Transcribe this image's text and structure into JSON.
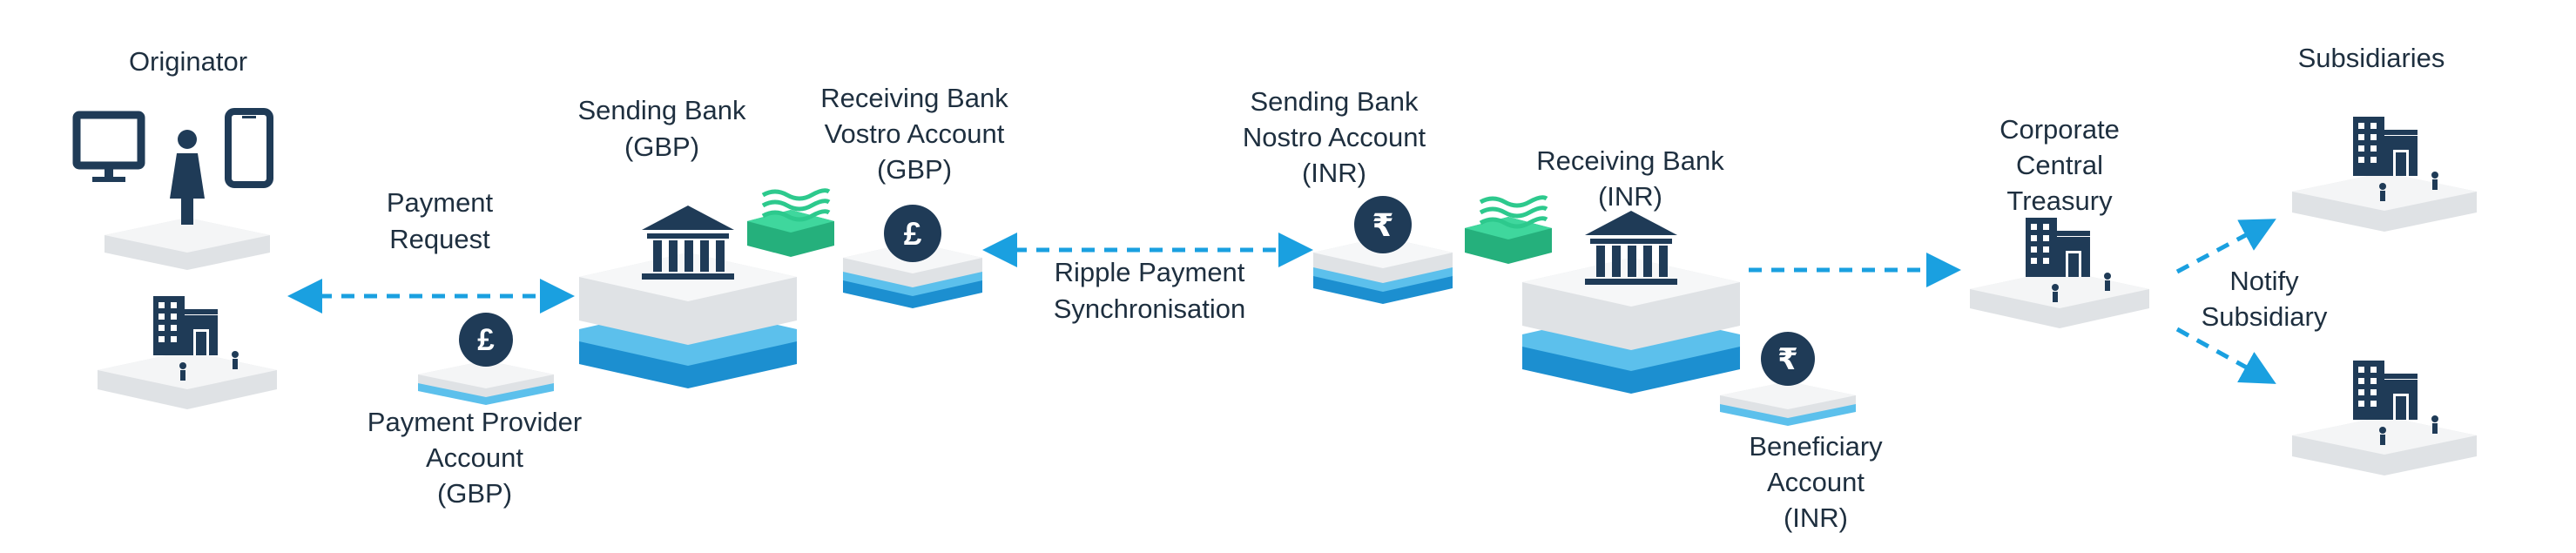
{
  "labels": {
    "originator": "Originator",
    "payment_request_1": "Payment",
    "payment_request_2": "Request",
    "payment_provider_1": "Payment Provider",
    "payment_provider_2": "Account",
    "payment_provider_3": "(GBP)",
    "sending_bank_1": "Sending  Bank",
    "sending_bank_2": "(GBP)",
    "vostro_1": "Receiving Bank",
    "vostro_2": "Vostro Account",
    "vostro_3": "(GBP)",
    "ripple_1": "Ripple Payment",
    "ripple_2": "Synchronisation",
    "nostro_1": "Sending Bank",
    "nostro_2": "Nostro Account",
    "nostro_3": "(INR)",
    "receiving_bank_1": "Receiving  Bank",
    "receiving_bank_2": "(INR)",
    "beneficiary_1": "Beneficiary",
    "beneficiary_2": "Account",
    "beneficiary_3": "(INR)",
    "treasury_1": "Corporate",
    "treasury_2": "Central",
    "treasury_3": "Treasury",
    "subsidiaries": "Subsidiaries",
    "notify_1": "Notify",
    "notify_2": "Subsidiary"
  },
  "symbols": {
    "pound": "£",
    "rupee": "₹"
  },
  "colors": {
    "text": "#1e2f3f",
    "navy": "#1f3b57",
    "arrow": "#1aa0e0",
    "blue_dark": "#1c8fd0",
    "blue_light": "#5cc0ec",
    "green": "#2dc98d",
    "platform_top": "#f5f6f7",
    "platform_side": "#dfe2e5"
  },
  "icons": [
    "monitor-icon",
    "person-icon",
    "phone-icon",
    "office-building-icon",
    "bank-icon",
    "pound-coin-icon",
    "rupee-coin-icon",
    "ripple-waves-icon"
  ]
}
